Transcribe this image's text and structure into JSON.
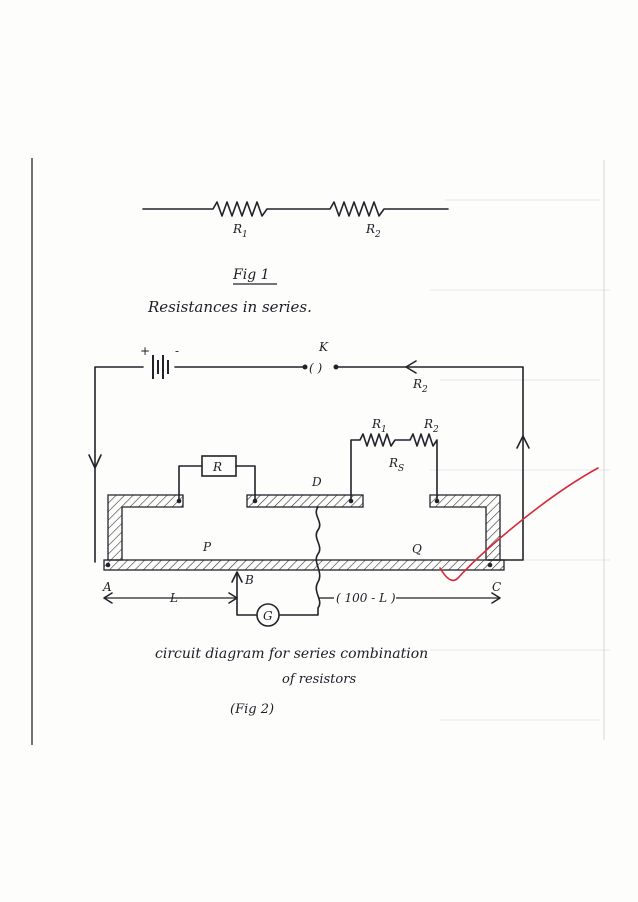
{
  "fig1": {
    "r1_label": "R",
    "r1_sub": "1",
    "r2_label": "R",
    "r2_sub": "2",
    "caption": "Fig 1",
    "title": "Resistances in series."
  },
  "fig2": {
    "battery_plus": "+",
    "battery_minus": "-",
    "key": "K",
    "key_plug": "( )",
    "rheostat": "R",
    "rheostat_sub": "2",
    "resistance_box": "R",
    "r1": "R",
    "r1_sub": "1",
    "r2": "R",
    "r2_sub": "2",
    "rs": "R",
    "rs_sub": "S",
    "d": "D",
    "p": "P",
    "q": "Q",
    "a": "A",
    "b": "B",
    "c": "C",
    "l": "L",
    "rest_length": "( 100 - L )",
    "galvanometer": "G",
    "caption_line1": "circuit diagram for series combination",
    "caption_line2": "of resistors",
    "fig_label": "(Fig 2)"
  }
}
